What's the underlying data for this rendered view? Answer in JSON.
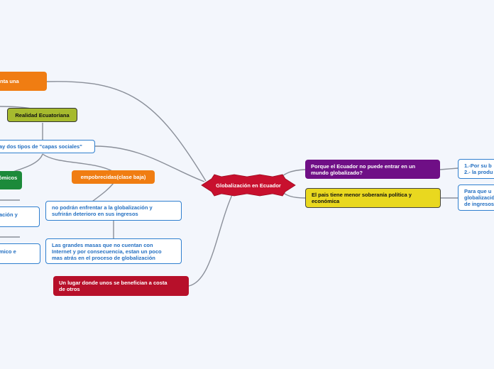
{
  "central": {
    "label": "Globalización en Ecuador",
    "color": "#c8102e"
  },
  "nodes": {
    "orange_top": "nta una",
    "realidad": "Realidad Ecuatoriana",
    "capas": "ay dos tipos de \"capas sociales\"",
    "economicos": "ómicos",
    "empobrecidas": "empobrecidas(clase baja)",
    "enfrentar": [
      "no podrán enfrentar a la globalización y",
      "sufrirán deterioro en sus ingresos"
    ],
    "left_box1": "ación y",
    "left_box2": "mico e",
    "masas": [
      "Las grandes masas que no cuentan con",
      "Internet y por consecuencia, estan un poco",
      "mas atrás en el proceso de globalización"
    ],
    "lugar": [
      "Un lugar donde unos se benefician a costa",
      "de otros"
    ],
    "porque": [
      "Porque el Ecuador no puede entrar en un",
      "mundo globalizado?"
    ],
    "soberania": [
      "El pais tiene menor soberanía política y",
      "económica"
    ],
    "right1": [
      "1.-Por su b",
      "2.- la produ"
    ],
    "right2": [
      "Para que u",
      "globalizació",
      "de ingresos"
    ]
  }
}
